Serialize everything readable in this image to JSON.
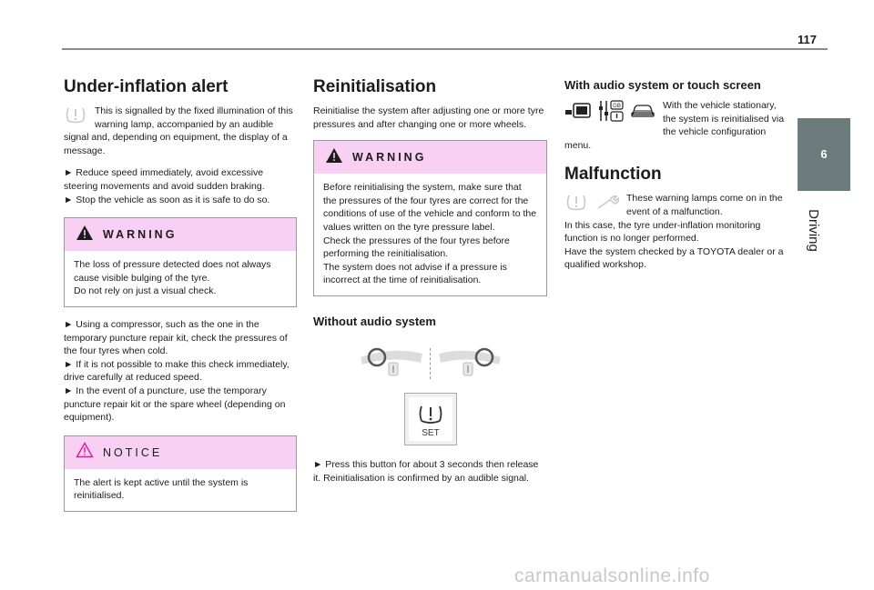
{
  "page": {
    "number": "117"
  },
  "side_tab": {
    "chapter": "6",
    "title": "Driving"
  },
  "col1": {
    "title": "Under-inflation alert",
    "intro": "This is signalled by the fixed illumination of this warning lamp, accompanied by an audible signal and, depending on equipment, the display of a message.",
    "steps": [
      "► Reduce speed immediately, avoid excessive steering movements and avoid sudden braking.",
      "► Stop the vehicle as soon as it is safe to do so."
    ],
    "warning": {
      "label": "WARNING",
      "text": "The loss of pressure detected does not always cause visible bulging of the tyre.\nDo not rely on just a visual check."
    },
    "steps2": [
      "► Using a compressor, such as the one in the temporary puncture repair kit, check the pressures of the four tyres when cold.",
      "► If it is not possible to make this check immediately, drive carefully at reduced speed.",
      "► In the event of a puncture, use the temporary puncture repair kit or the spare wheel (depending on equipment)."
    ],
    "notice": {
      "label": "NOTICE",
      "text": "The alert is kept active until the system is reinitialised."
    }
  },
  "col2": {
    "title": "Reinitialisation",
    "intro": "Reinitialise the system after adjusting one or more tyre pressures and after changing one or more wheels.",
    "warning": {
      "label": "WARNING",
      "text": "Before reinitialising the system, make sure that the pressures of the four tyres are correct for the conditions of use of the vehicle and conform to the values written on the tyre pressure label.\nCheck the pressures of the four tyres before performing the reinitialisation.\nThe system does not advise if a pressure is incorrect at the time of reinitialisation."
    },
    "subtitle": "Without audio system",
    "set_label": "SET",
    "step": "► Press this button for about 3 seconds then release it. Reinitialisation is confirmed by an audible signal."
  },
  "col3": {
    "subtitle": "With audio system or touch screen",
    "gb_label": "GB",
    "audio_text": "With the vehicle stationary, the system is reinitialised via the vehicle configuration menu.",
    "title": "Malfunction",
    "malfunction_text": "These warning lamps come on in the event of a malfunction.\nIn this case, the tyre under-inflation monitoring function is no longer performed.\nHave the system checked by a TOYOTA dealer or a qualified workshop."
  },
  "watermark": "carmanualsonline.info",
  "colors": {
    "warning_bg": "#f7d0f4",
    "tab_bg": "#6c7b7b",
    "warning_icon": "#1c1c1c",
    "notice_icon": "#e0179b",
    "lamp_icon": "#c9c9c9"
  }
}
